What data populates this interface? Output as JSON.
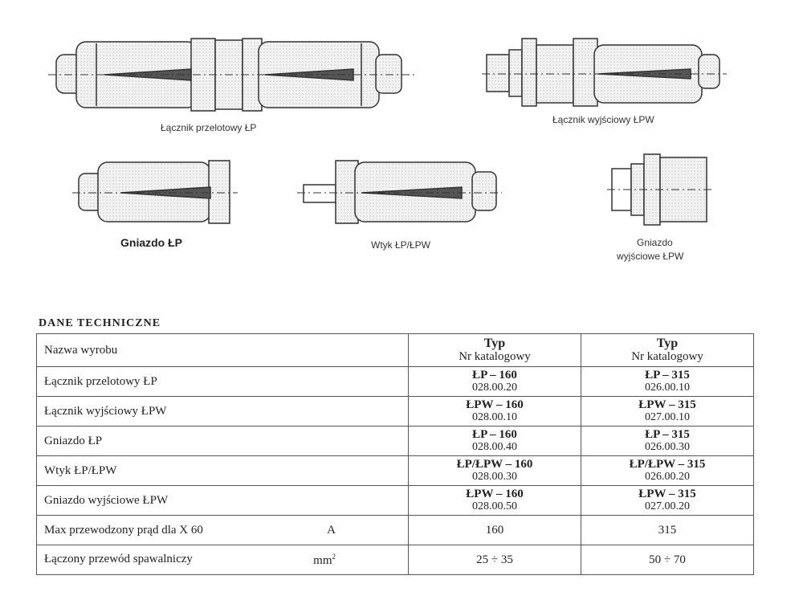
{
  "figures": {
    "lacznik_przelotowy": "Łącznik przelotowy  ŁP",
    "lacznik_wyjsciowy": "Łącznik wyjściowy ŁPW",
    "gniazdo_lp": "Gniazdo ŁP",
    "wtyk": "Wtyk  ŁP/ŁPW",
    "gniazdo_wyjsciowe_1": "Gniazdo",
    "gniazdo_wyjsciowe_2": "wyjściowe ŁPW"
  },
  "section_title": "DANE  TECHNICZNE",
  "table": {
    "header": {
      "name": "Nazwa wyrobu",
      "typ": "Typ",
      "nr": "Nr katalogowy"
    },
    "rows": [
      {
        "name": "Łącznik przelotowy ŁP",
        "c1": "ŁP – 160",
        "k1": "028.00.20",
        "c2": "ŁP – 315",
        "k2": "026.00.10"
      },
      {
        "name": "Łącznik wyjściowy ŁPW",
        "c1": "ŁPW – 160",
        "k1": "028.00.10",
        "c2": "ŁPW – 315",
        "k2": "027.00.10"
      },
      {
        "name": "Gniazdo ŁP",
        "c1": "ŁP – 160",
        "k1": "028.00.40",
        "c2": "ŁP – 315",
        "k2": "026.00.30"
      },
      {
        "name": "Wtyk ŁP/ŁPW",
        "c1": "ŁP/ŁPW – 160",
        "k1": "028.00.30",
        "c2": "ŁP/ŁPW – 315",
        "k2": "026.00.20"
      },
      {
        "name": "Gniazdo wyjściowe ŁPW",
        "c1": "ŁPW – 160",
        "k1": "028.00.50",
        "c2": "ŁPW – 315",
        "k2": "027.00.20"
      }
    ],
    "current_row": {
      "name": "Max przewodzony prąd dla  X 60",
      "unit": "A",
      "v1": "160",
      "v2": "315"
    },
    "cable_row": {
      "name": "Łączony przewód spawalniczy",
      "unit": "mm",
      "unit_sup": "2",
      "v1": "25 ÷ 35",
      "v2": "50 ÷ 70"
    }
  }
}
